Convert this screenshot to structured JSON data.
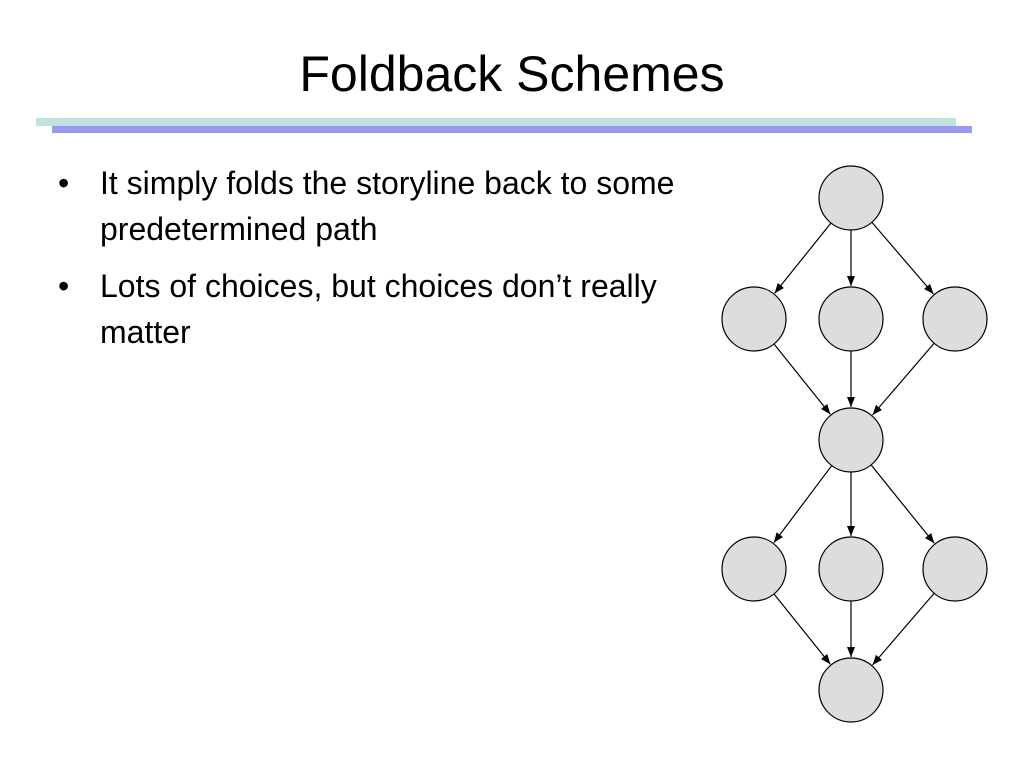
{
  "slide": {
    "title": "Foldback Schemes",
    "bullets": [
      "It simply folds the storyline back to some predetermined path",
      "Lots of choices, but choices don’t really matter"
    ],
    "bullet_symbol": "•"
  },
  "diagram": {
    "type": "directed-graph",
    "node_fill": "#dddddd",
    "edge_color": "#000000",
    "nodes": [
      "n1",
      "n2",
      "n3",
      "n4",
      "n5",
      "n6",
      "n7",
      "n8",
      "n9"
    ],
    "edges": [
      [
        "n1",
        "n2"
      ],
      [
        "n1",
        "n3"
      ],
      [
        "n1",
        "n4"
      ],
      [
        "n2",
        "n5"
      ],
      [
        "n3",
        "n5"
      ],
      [
        "n4",
        "n5"
      ],
      [
        "n5",
        "n6"
      ],
      [
        "n5",
        "n7"
      ],
      [
        "n5",
        "n8"
      ],
      [
        "n6",
        "n9"
      ],
      [
        "n7",
        "n9"
      ],
      [
        "n8",
        "n9"
      ]
    ]
  },
  "colors": {
    "title_rule_back": "#bfe3e3",
    "title_rule_front": "#9999ee"
  }
}
